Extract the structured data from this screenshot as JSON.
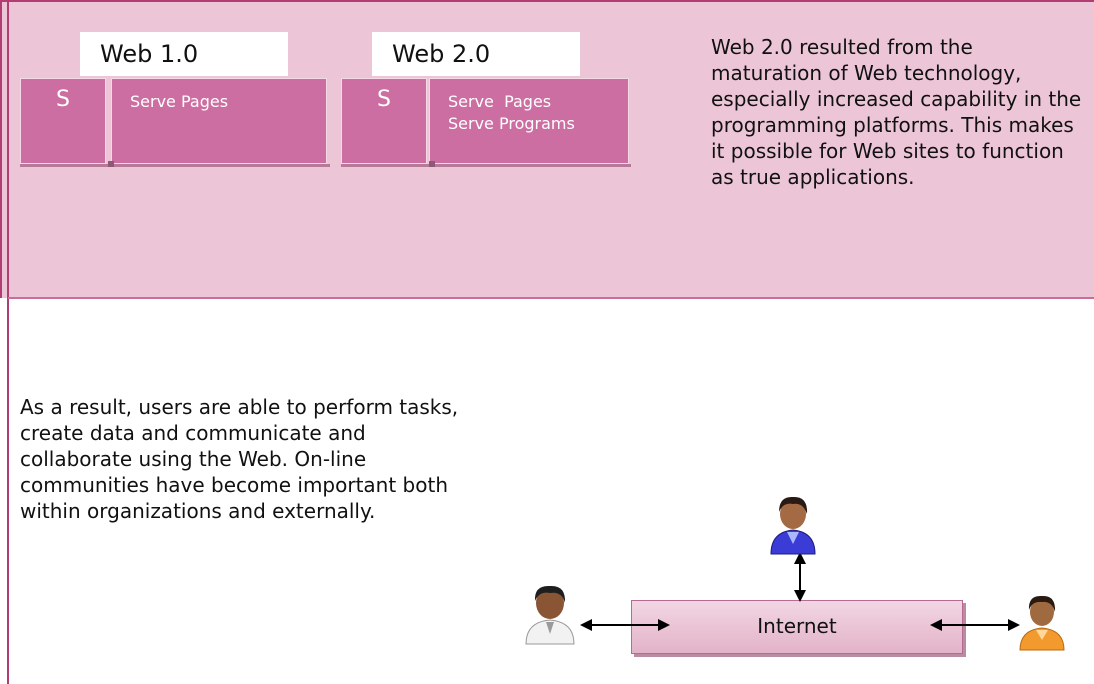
{
  "web1": {
    "title": "Web 1.0",
    "server_letter": "S",
    "desc": "Serve Pages"
  },
  "web2": {
    "title": "Web 2.0",
    "server_letter": "S",
    "desc_line1": "Serve  Pages",
    "desc_line2": "Serve Programs"
  },
  "description_top": "Web 2.0 resulted from the maturation of Web technology, especially increased capability in the programming platforms. This makes it possible for Web sites to function as true applications.",
  "description_bottom": "As a result, users are able to perform tasks, create data and communicate and collaborate using the Web. On-line communities have become important both within organizations and externally.",
  "network": {
    "internet_label": "Internet"
  },
  "colors": {
    "accent": "#b23d73",
    "band": "#ecc6d7",
    "server": "#cc6ea2"
  }
}
